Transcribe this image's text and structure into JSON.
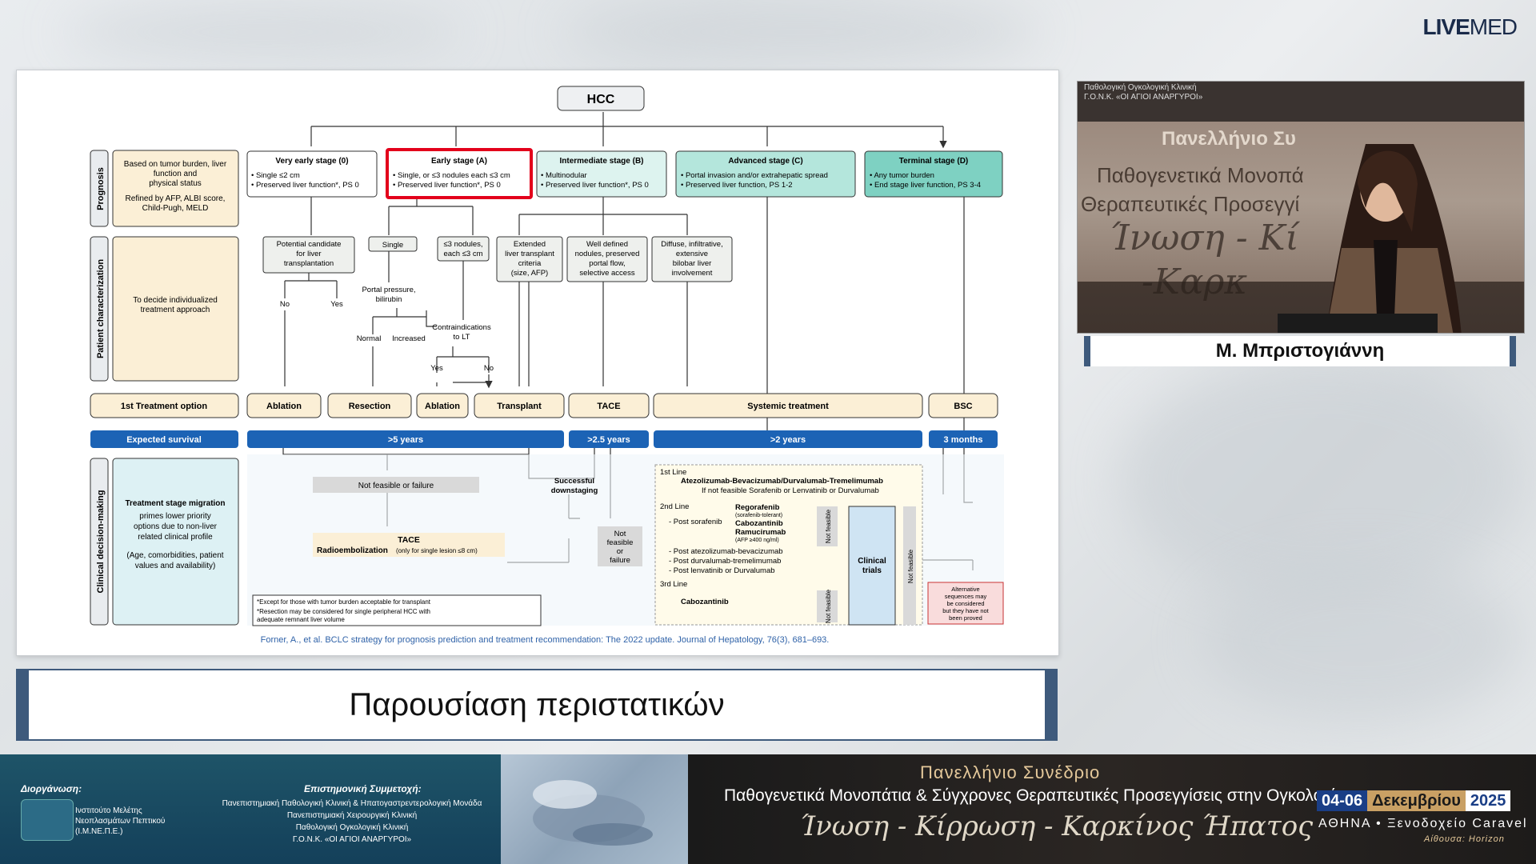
{
  "brand": {
    "logo_bold": "LIVE",
    "logo_rest": "MED"
  },
  "slide": {
    "top_node": "HCC",
    "side_labels": [
      "Prognosis",
      "Patient characterization",
      "Clinical decision-making"
    ],
    "prognosis_note": [
      "Based on tumor burden, liver",
      "function and",
      "physical status",
      "Refined by AFP, ALBI score,",
      "Child-Pugh, MELD"
    ],
    "characterization_note": [
      "To decide individualized",
      "treatment approach"
    ],
    "migration_note": {
      "title": "Treatment stage migration",
      "lines": [
        "primes lower priority",
        "options due to non-liver",
        "related clinical profile",
        "(Age, comorbidities, patient",
        "values and availability)"
      ]
    },
    "stages": [
      {
        "title": "Very early stage (0)",
        "l1": "• Single ≤2 cm",
        "l2": "• Preserved liver function*, PS 0"
      },
      {
        "title": "Early stage (A)",
        "l1": "• Single, or ≤3 nodules each ≤3 cm",
        "l2": "• Preserved liver function*, PS 0"
      },
      {
        "title": "Intermediate stage (B)",
        "l1": "• Multinodular",
        "l2": "• Preserved liver function*, PS 0"
      },
      {
        "title": "Advanced stage (C)",
        "l1": "• Portal invasion and/or extrahepatic spread",
        "l2": "• Preserved liver function, PS 1-2"
      },
      {
        "title": "Terminal stage (D)",
        "l1": "• Any tumor burden",
        "l2": "• End stage liver function, PS 3-4"
      }
    ],
    "char_boxes": {
      "lt_candidate": [
        "Potential candidate",
        "for liver",
        "transplantation"
      ],
      "single": "Single",
      "nodules": [
        "≤3 nodules,",
        "each ≤3 cm"
      ],
      "extended": [
        "Extended",
        "liver transplant",
        "criteria",
        "(size, AFP)"
      ],
      "welldefined": [
        "Well defined",
        "nodules, preserved",
        "portal flow,",
        "selective access"
      ],
      "diffuse": [
        "Diffuse, infiltrative,",
        "extensive",
        "bilobar liver",
        "involvement"
      ]
    },
    "branch_labels": {
      "no": "No",
      "yes": "Yes",
      "portal": [
        "Portal pressure,",
        "bilirubin"
      ],
      "normal": "Normal",
      "increased": "Increased",
      "contra": [
        "Contraindications",
        "to LT"
      ],
      "yes2": "Yes",
      "no2": "No"
    },
    "row_treatment": "1st Treatment option",
    "treatments": [
      "Ablation",
      "Resection",
      "Ablation",
      "Transplant",
      "TACE",
      "Systemic treatment",
      "BSC"
    ],
    "row_survival": "Expected survival",
    "survival": [
      ">5 years",
      ">2.5 years",
      ">2 years",
      "3 months"
    ],
    "decision": {
      "not_feasible": "Not  feasible or failure",
      "tace_title": "TACE",
      "radio": "Radioembolization",
      "radio_note": "(only  for single lesion ≤8 cm)",
      "successful": [
        "Successful",
        "downstaging"
      ],
      "nf_box": [
        "Not",
        "feasible",
        "or",
        "failure"
      ],
      "line1_label": "1st Line",
      "line1_main": "Atezolizumab-Bevacizumab/Durvalumab-Tremelimumab",
      "line1_sub": "If not feasible Sorafenib or Lenvatinib or Durvalumab",
      "line2_label": "2nd Line",
      "post_sor": "- Post sorafenib",
      "rego": "Regorafenib",
      "rego_note": "(sorafenib-tolerant)",
      "cabo": "Cabozantinib",
      "ramu": "Ramucirumab",
      "ramu_note": "(AFP ≥400 ng/ml)",
      "post_atezo": "- Post atezolizumab-bevacizumab",
      "post_durva": "- Post durvalumab-tremelimumab",
      "post_lenva": "- Post lenvatinib or Durvalumab",
      "line3_label": "3rd Line",
      "line3_drug": "Cabozantinib",
      "nf_vertical": "Not feasible",
      "clinical_trials": [
        "Clinical",
        "trials"
      ],
      "alt": [
        "Alternative",
        "sequences may",
        "be considered",
        "but they have not",
        "been proved"
      ]
    },
    "footnotes": [
      "*Except for  those with tumor burden acceptable for transplant",
      "*Resection may be considered for single peripheral HCC with",
      "adequate remnant liver volume"
    ],
    "citation": "Forner, A., et al. BCLC strategy for prognosis prediction and treatment recommendation: The 2022 update. Journal of Hepatology, 76(3), 681–693."
  },
  "caption": "Παρουσίαση περιστατικών",
  "camera": {
    "header_lines": [
      "Παθολογική Ογκολογική Κλινική",
      "Γ.Ο.Ν.Κ. «ΟΙ ΑΓΙΟΙ ΑΝΑΡΓΥΡΟΙ»"
    ],
    "wall_1": "Πανελλήνιο Συ",
    "wall_2": "Παθογενετικά Μονοπά",
    "wall_3": "Θεραπευτικές Προσεγγί",
    "wall_4": "Ίνωση - Κί",
    "wall_5": "-Καρκ"
  },
  "speaker_name": "Μ. Μπριστογιάννη",
  "footer": {
    "org_title": "Διοργάνωση:",
    "org_name": "Ινστιτούτο Μελέτης Νεοπλασμάτων Πεπτικού (Ι.Μ.ΝΕ.Π.Ε.)",
    "sci_title": "Επιστημονική Συμμετοχή:",
    "sci_lines": [
      "Πανεπιστημιακή Παθολογική Κλινική & Ηπατογαστρεντερολογική Μονάδα",
      "Πανεπιστημιακή Χειρουργική Κλινική",
      "Παθολογική Ογκολογική Κλινική",
      "Γ.Ο.Ν.Κ. «ΟΙ ΑΓΙΟΙ ΑΝΑΡΓΥΡΟΙ»"
    ],
    "conf_title": "Πανελλήνιο Συνέδριο",
    "conf_sub": "Παθογενετικά Μονοπάτια & Σύγχρονες Θεραπευτικές Προσεγγίσεις στην Ογκολογία",
    "conf_script": "Ίνωση - Κίρρωση - Καρκίνος Ήπατος",
    "date_days": "04-06",
    "date_month": "Δεκεμβρίου",
    "date_year": "2025",
    "location": "ΑΘΗΝΑ • Ξενοδοχείο Caravel",
    "hall": "Αίθουσα: Horizon"
  },
  "colors": {
    "navy": "#1d3f8f",
    "blue_bar": "#1c63b5",
    "teal": "#8fd6c8",
    "cream": "#fbefd6",
    "highlight": "#e3001b",
    "frame": "#3e5a7c"
  }
}
